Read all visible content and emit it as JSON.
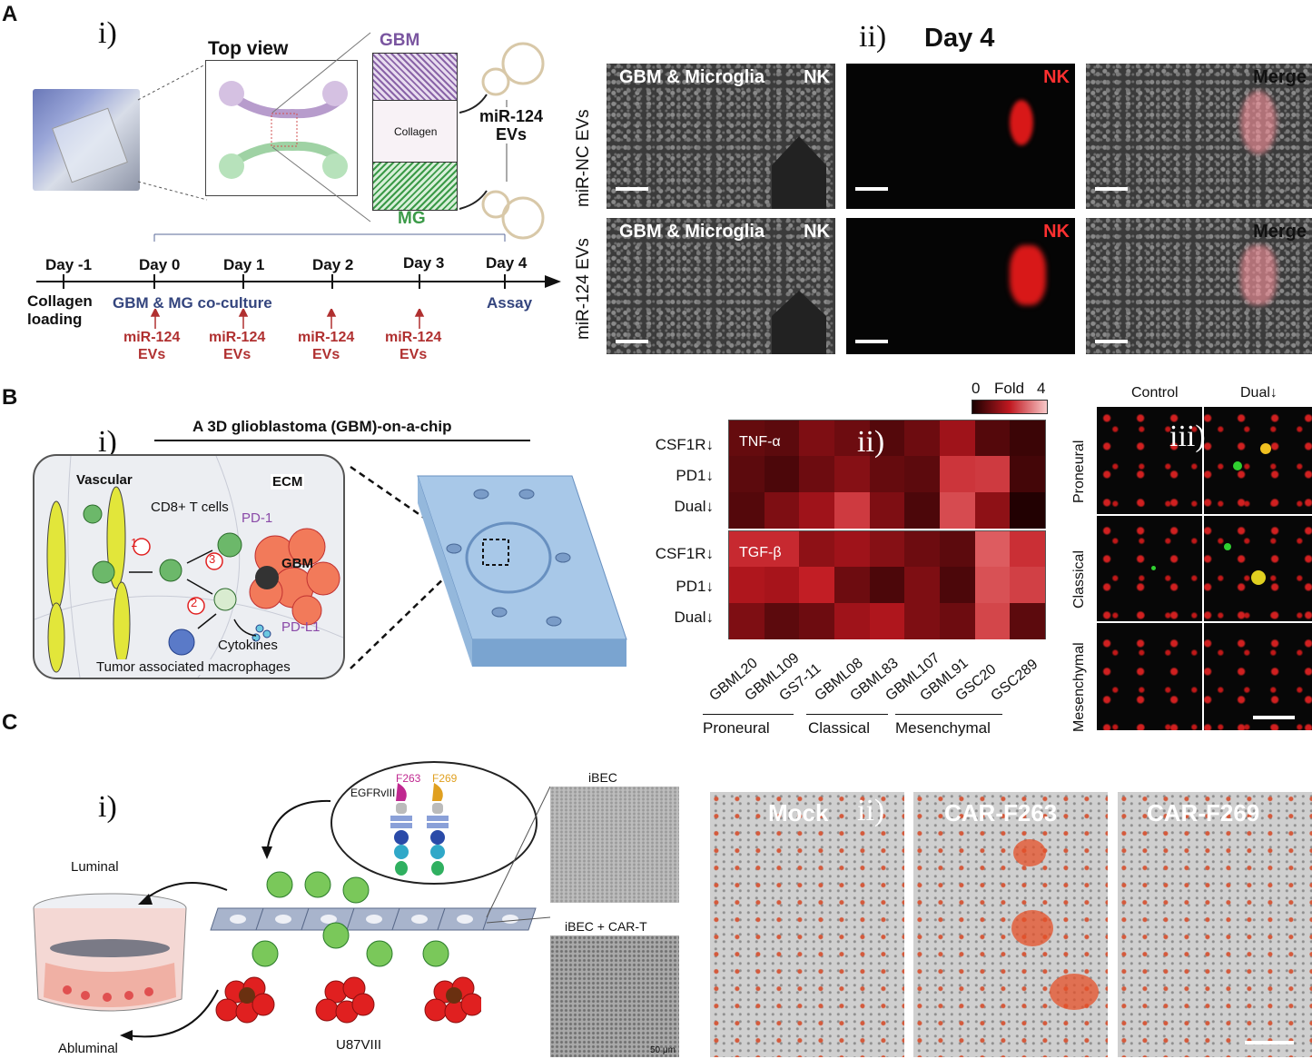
{
  "panels": {
    "A": "A",
    "B": "B",
    "C": "C"
  },
  "panel_A": {
    "roman_i": "i)",
    "roman_ii": "ii)",
    "top_view": "Top view",
    "gbm": "GBM",
    "collagen": "Collagen",
    "mg": "MG",
    "ev_label": "miR-124\nEVs",
    "timeline_days": [
      "Day -1",
      "Day 0",
      "Day 1",
      "Day 2",
      "Day 3",
      "Day 4"
    ],
    "collagen_loading": "Collagen\nloading",
    "coculture": "GBM & MG co-culture",
    "assay": "Assay",
    "ev_doses": [
      "miR-124\nEVs",
      "miR-124\nEVs",
      "miR-124\nEVs",
      "miR-124\nEVs"
    ],
    "day_title": "Day 4",
    "rows": [
      "miR-NC EVs",
      "miR-124 EVs"
    ],
    "img_labels": {
      "gbm_microglia": "GBM & Microglia",
      "nk": "NK",
      "merge": "Merge"
    }
  },
  "panel_B": {
    "roman_i": "i)",
    "roman_ii": "ii)",
    "roman_iii": "iii)",
    "chip_title": "A 3D glioblastoma (GBM)-on-a-chip",
    "vascular": "Vascular",
    "ecm": "ECM",
    "cd8": "CD8+ T cells",
    "pd1": "PD-1",
    "gbm": "GBM",
    "pdl1": "PD-L1",
    "cytokines": "Cytokines",
    "tam": "Tumor associated macrophages",
    "steps": [
      "1",
      "2",
      "3"
    ],
    "legend_min": "0",
    "legend_label": "Fold",
    "legend_max": "4",
    "hm_rows": [
      "CSF1R",
      "PD1",
      "Dual"
    ],
    "block_labels": [
      "TNF-α",
      "TGF-β"
    ],
    "columns": [
      "GBML20",
      "GBML109",
      "GS7-11",
      "GBML08",
      "GBML83",
      "GBML107",
      "GBML91",
      "GSC20",
      "GSC289"
    ],
    "groups": [
      "Proneural",
      "Classical",
      "Mesenchymal"
    ],
    "iii_cols": [
      "Control",
      "Dual"
    ],
    "iii_rows": [
      "Proneural",
      "Classical",
      "Mesenchymal"
    ]
  },
  "panel_C": {
    "roman_i": "i)",
    "roman_ii": "ii)",
    "luminal": "Luminal",
    "abluminal": "Abluminal",
    "egfr": "EGFRvIII",
    "f263": "F263",
    "f269": "F269",
    "u87": "U87VIII",
    "ibec": "iBEC",
    "ibec_cart": "iBEC + CAR-T",
    "scale50": "50 μm",
    "conditions": [
      "Mock",
      "CAR-F263",
      "CAR-F269"
    ]
  },
  "heatmap": {
    "tnf": [
      [
        0.9,
        0.8,
        1.2,
        1.0,
        0.7,
        1.0,
        1.6,
        0.7,
        0.4
      ],
      [
        0.8,
        0.6,
        1.0,
        1.3,
        0.9,
        0.8,
        2.5,
        2.6,
        0.5
      ],
      [
        0.7,
        1.2,
        1.6,
        2.6,
        1.2,
        0.6,
        2.9,
        1.4,
        0.1
      ]
    ],
    "tgf": [
      [
        2.3,
        2.3,
        1.4,
        1.6,
        1.3,
        1.0,
        0.8,
        3.2,
        2.4
      ],
      [
        1.8,
        1.7,
        2.1,
        1.0,
        0.6,
        1.2,
        0.6,
        3.0,
        2.7
      ],
      [
        1.2,
        0.8,
        1.0,
        1.6,
        1.8,
        1.2,
        1.0,
        2.8,
        0.8
      ]
    ],
    "colors": {
      "low": "#1a0000",
      "high": "#f08a8a",
      "mid": "#c01820"
    }
  }
}
